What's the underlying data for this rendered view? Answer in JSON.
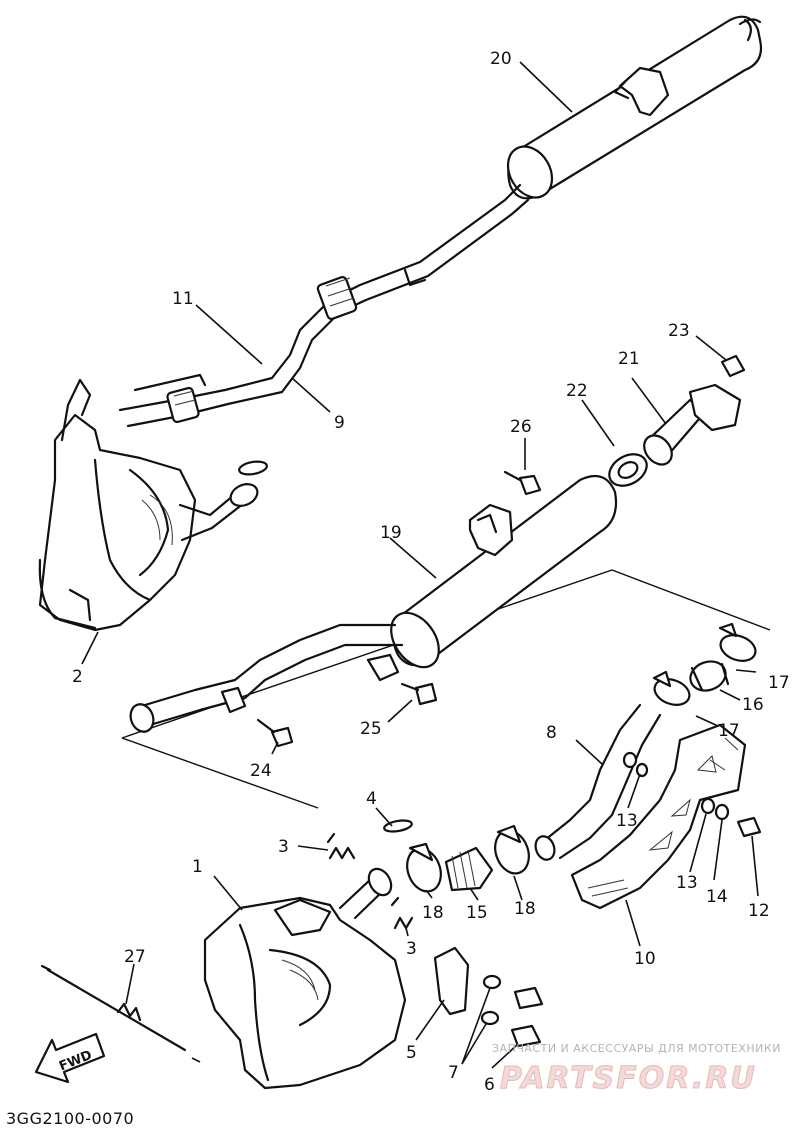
{
  "diagram": {
    "code": "3GG2100-0070",
    "direction_label": "FWD",
    "callouts": {
      "p1": "1",
      "p2": "2",
      "p3a": "3",
      "p3b": "3",
      "p4": "4",
      "p5": "5",
      "p6": "6",
      "p7": "7",
      "p8": "8",
      "p9": "9",
      "p10": "10",
      "p11": "11",
      "p12": "12",
      "p13a": "13",
      "p13b": "13",
      "p14": "14",
      "p15": "15",
      "p16": "16",
      "p17a": "17",
      "p17b": "17",
      "p18a": "18",
      "p18b": "18",
      "p19": "19",
      "p20": "20",
      "p21": "21",
      "p22": "22",
      "p23": "23",
      "p24": "24",
      "p25": "25",
      "p26": "26",
      "p27": "27"
    }
  },
  "watermark": {
    "tagline": "ЗАПЧАСТИ И АКСЕССУАРЫ ДЛЯ МОТОТЕХНИКИ",
    "logo": "PARTSFOR.RU"
  }
}
